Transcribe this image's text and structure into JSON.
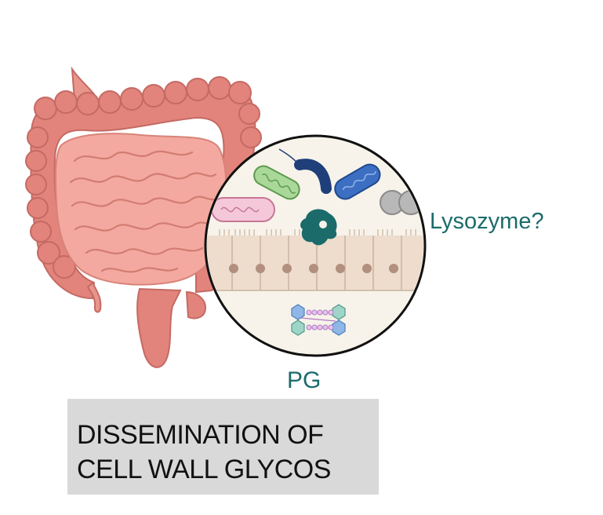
{
  "labels": {
    "enzyme": "Lysozyme?",
    "molecule": "PG"
  },
  "caption": {
    "line1": "DISSEMINATION OF",
    "line2": "CELL WALL GLYCOS"
  },
  "colors": {
    "intestine": "#e2847c",
    "intestine_outline": "#c46a63",
    "teal": "#1c6b6b",
    "inset_background": "#f7f3ea",
    "epithelium": "#eedccd",
    "caption_box": "#d9d9d9"
  }
}
